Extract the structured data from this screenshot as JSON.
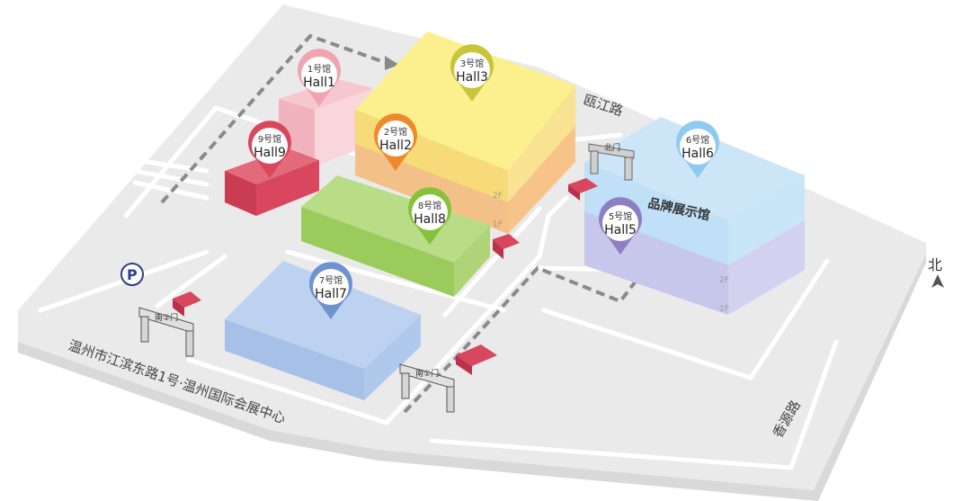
{
  "halls": {
    "hall1": {
      "cn": "1号馆",
      "en": "Hall1",
      "color": "#f0a3b0"
    },
    "hall2": {
      "cn": "2号馆",
      "en": "Hall2",
      "color": "#ee8a2c"
    },
    "hall3": {
      "cn": "3号馆",
      "en": "Hall3",
      "color": "#c8c53a"
    },
    "hall5": {
      "cn": "5号馆",
      "en": "Hall5",
      "color": "#8e7fc4"
    },
    "hall6": {
      "cn": "6号馆",
      "en": "Hall6",
      "color": "#8fcaf0"
    },
    "hall7": {
      "cn": "7号馆",
      "en": "Hall7",
      "color": "#6f93cf"
    },
    "hall8": {
      "cn": "8号馆",
      "en": "Hall8",
      "color": "#84c23b"
    },
    "hall9": {
      "cn": "9号馆",
      "en": "Hall9",
      "color": "#d9475e"
    }
  },
  "floors": {
    "f2": "2F",
    "f1": "1F"
  },
  "brand_hall": "品牌展示馆",
  "roads": {
    "ou_jiang": "瓯江路",
    "address": "温州市江滨东路1号·温州国际会展中心",
    "xiang_yuan": "香源路"
  },
  "gates": {
    "north": "北门",
    "south1": "南①门",
    "south2": "南②门"
  },
  "parking": "P",
  "compass": {
    "north": "北"
  }
}
